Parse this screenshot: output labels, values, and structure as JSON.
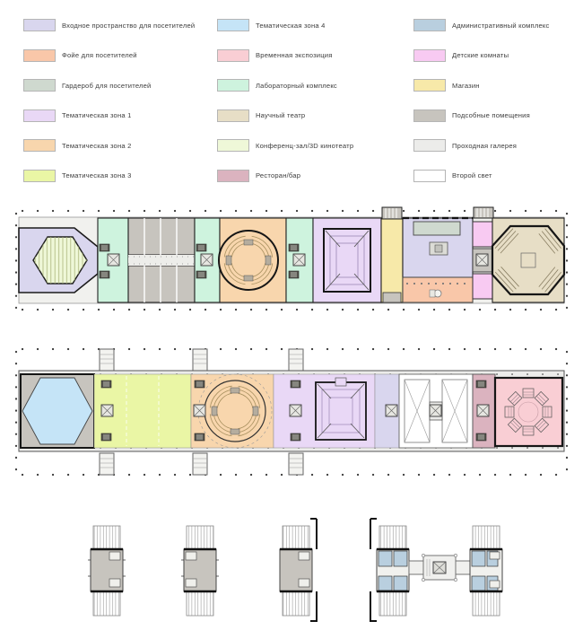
{
  "legend": {
    "items": [
      {
        "label": "Входное пространство для посетителей",
        "color": "#d9d6ee"
      },
      {
        "label": "Фойе для посетителей",
        "color": "#f9c7a9"
      },
      {
        "label": "Гардероб для посетителей",
        "color": "#cfd9cf"
      },
      {
        "label": "Тематическая зона 1",
        "color": "#e9d8f6"
      },
      {
        "label": "Тематическая зона 2",
        "color": "#f8d6ad"
      },
      {
        "label": "Тематическая зона 3",
        "color": "#eaf6a5"
      },
      {
        "label": "Тематическая зона 4",
        "color": "#c5e4f7"
      },
      {
        "label": "Временная экспозиция",
        "color": "#f9ced4"
      },
      {
        "label": "Лабораторный комплекс",
        "color": "#cef3de"
      },
      {
        "label": "Научный театр",
        "color": "#e7dec6"
      },
      {
        "label": "Конференц-зал/3D кинотеатр",
        "color": "#eff8d8"
      },
      {
        "label": "Ресторан/бар",
        "color": "#dbb3bf"
      },
      {
        "label": "Административный комплекс",
        "color": "#b9cfdf"
      },
      {
        "label": "Детские комнаты",
        "color": "#f8caf2"
      },
      {
        "label": "Магазин",
        "color": "#f7e9a9"
      },
      {
        "label": "Подсобные помещения",
        "color": "#c7c4be"
      },
      {
        "label": "Проходная галерея",
        "color": "#ececea"
      },
      {
        "label": "Второй свет",
        "color": "#ffffff"
      }
    ]
  },
  "colors": {
    "entrance": "#d9d6ee",
    "foyer": "#f9c7a9",
    "cloakroom": "#cfd9cf",
    "zone1": "#e9d8f6",
    "zone2": "#f8d6ad",
    "zone3": "#eaf6a5",
    "zone4": "#c5e4f7",
    "temporary": "#f9ced4",
    "lab": "#cef3de",
    "theater": "#e7dec6",
    "conference": "#eff8d8",
    "restaurant": "#dbb3bf",
    "admin": "#b9cfdf",
    "children": "#f8caf2",
    "shop": "#f7e9a9",
    "utility": "#c7c4be",
    "gallery": "#ececea",
    "second_light": "#ffffff"
  }
}
